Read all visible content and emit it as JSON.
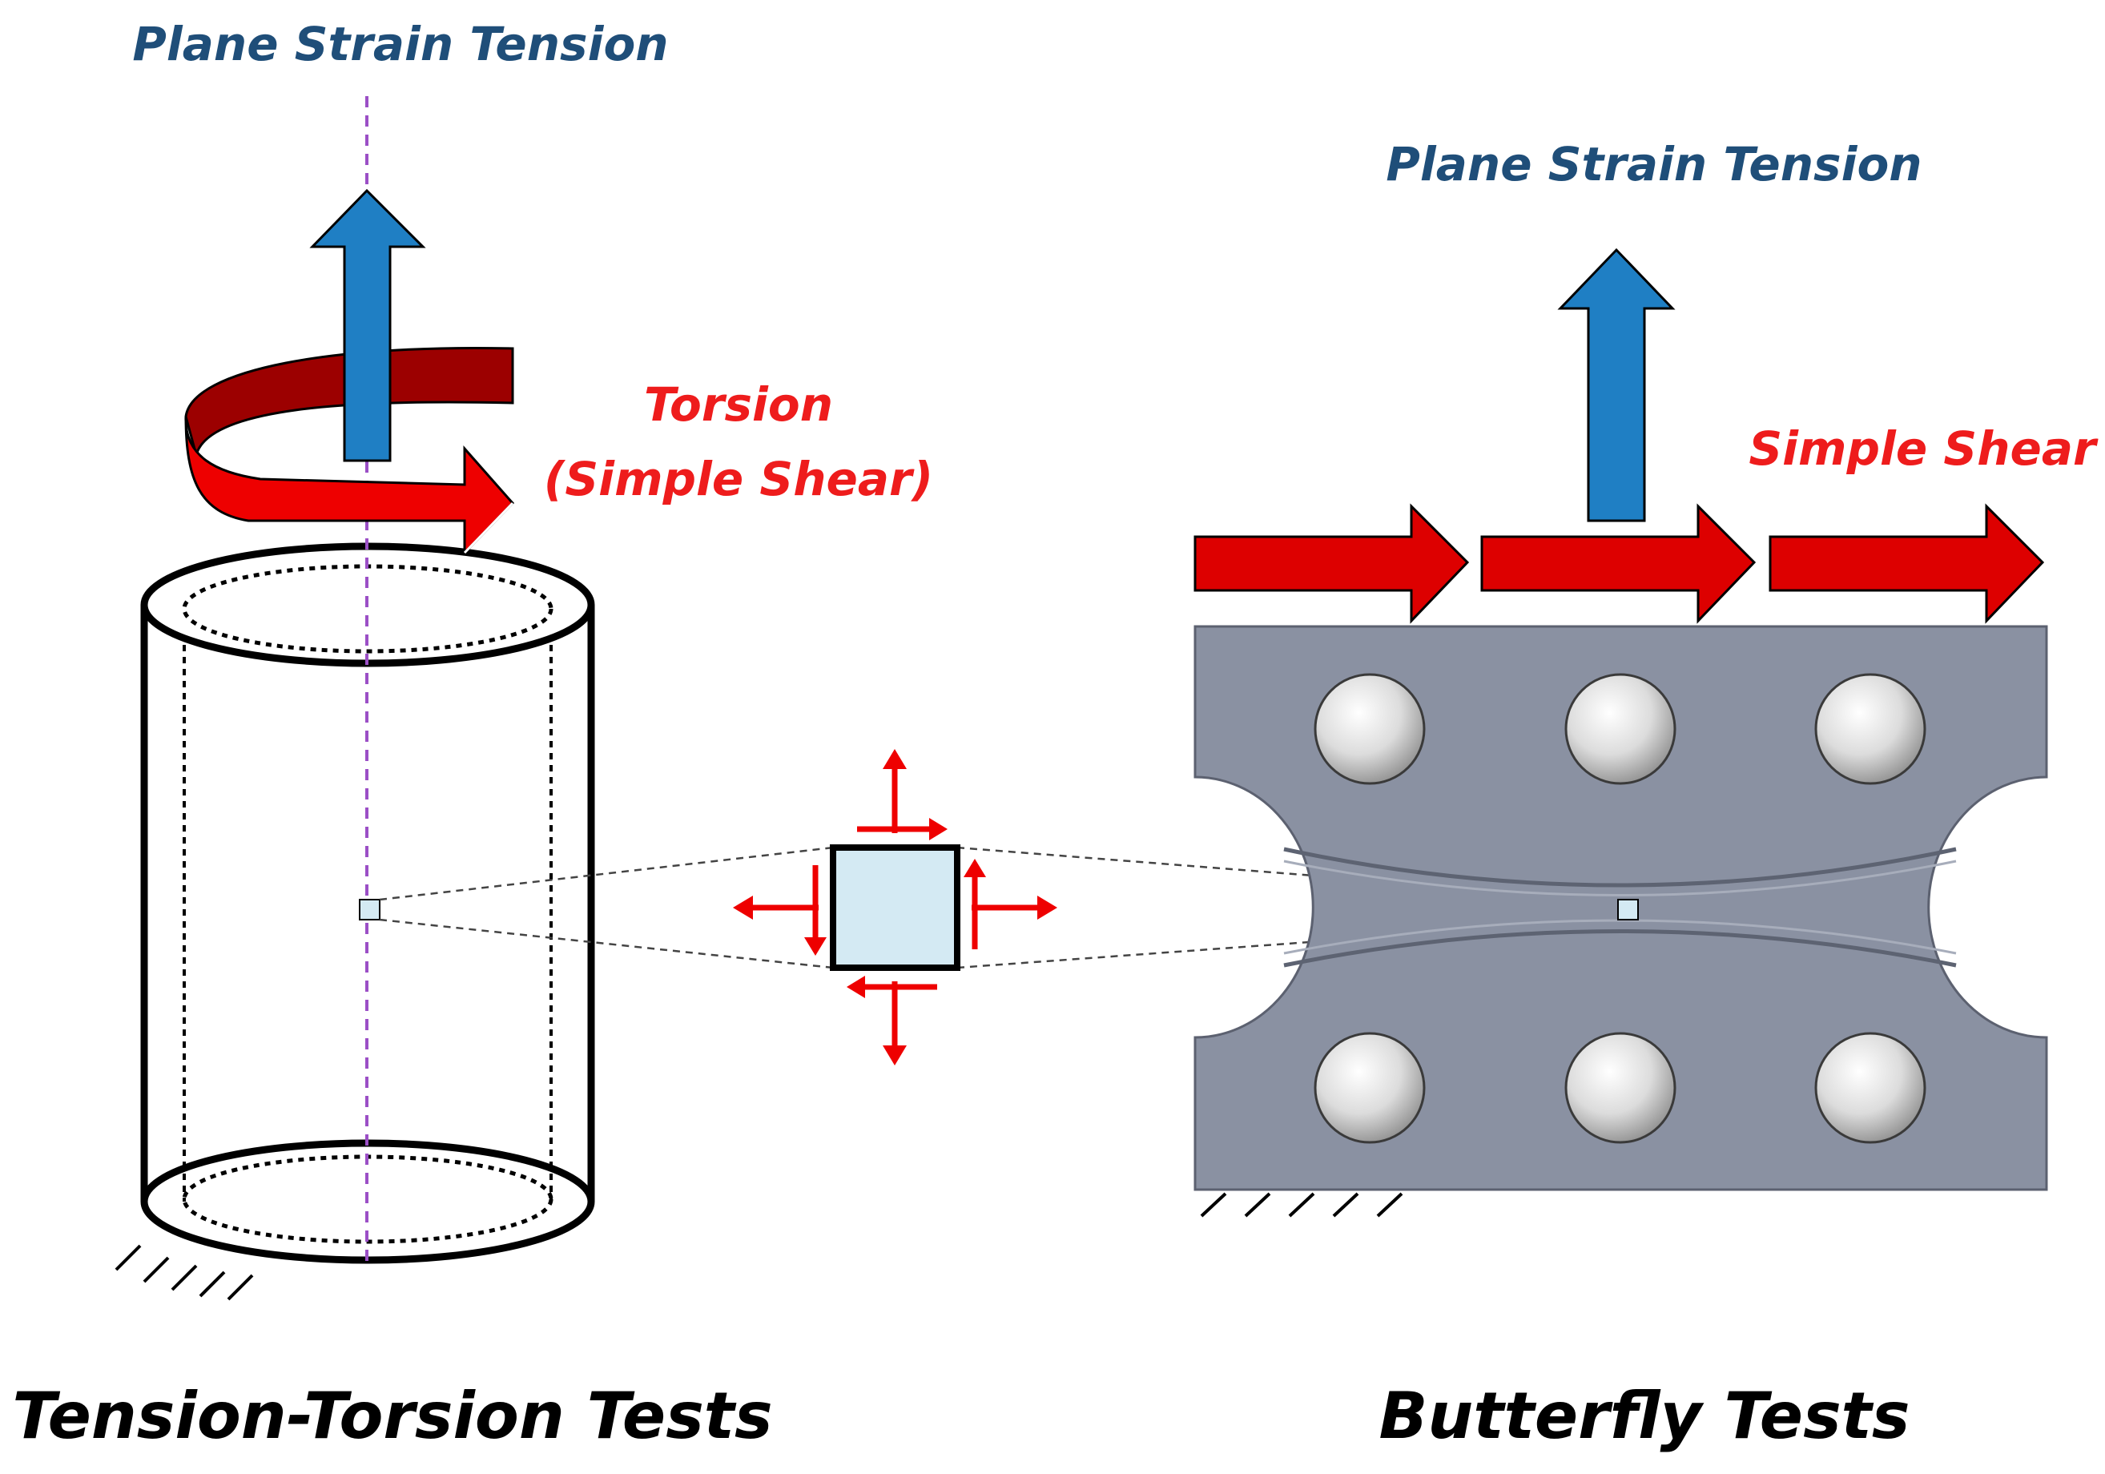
{
  "labels": {
    "left_tension": "Plane Strain Tension",
    "torsion_line1": "Torsion",
    "torsion_line2": "(Simple Shear)",
    "right_tension": "Plane Strain Tension",
    "simple_shear": "Simple Shear",
    "left_caption": "Tension-Torsion Tests",
    "right_caption": "Butterfly Tests"
  },
  "colors": {
    "tension_text": "#1f4e79",
    "shear_text": "#ee1c1c",
    "blue_arrow": "#1f7fc4",
    "red_arrow": "#dd0000",
    "specimen": "#8a91a2",
    "axis": "#9b4fc6",
    "element": "#d4eaf3"
  },
  "icons": {
    "tension_arrow": "up-arrow-icon",
    "shear_arrow": "right-arrow-icon",
    "torsion_arrow": "curved-arrow-icon",
    "fixed_support": "ground-hatch-icon"
  }
}
